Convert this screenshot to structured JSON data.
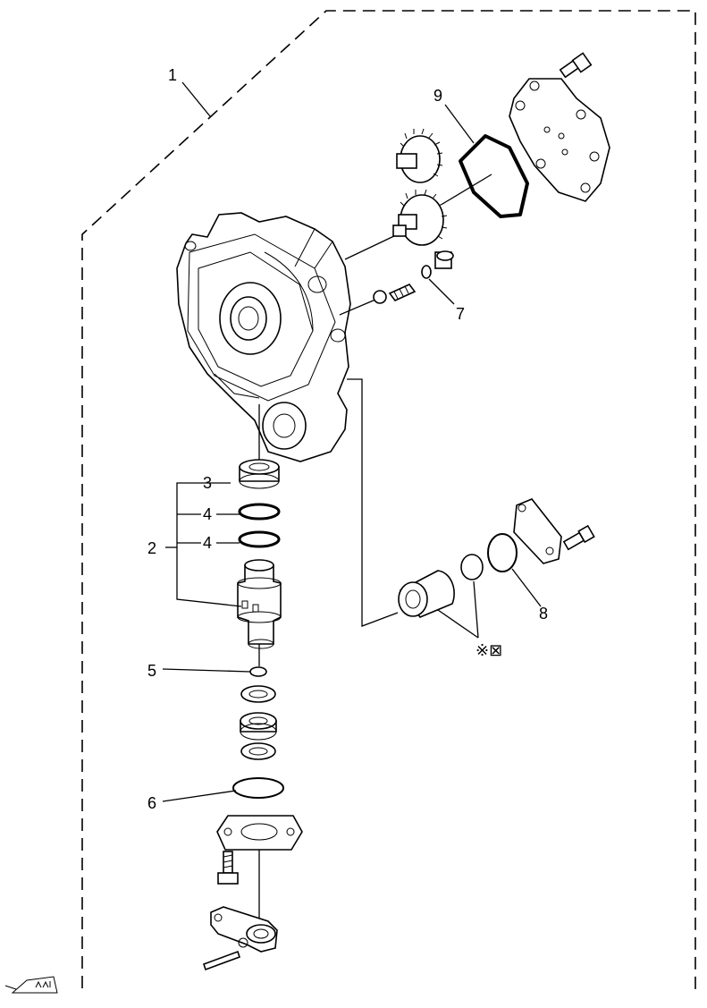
{
  "callouts": {
    "c1": "1",
    "c2": "2",
    "c3": "3",
    "c4a": "4",
    "c4b": "4",
    "c5": "5",
    "c6": "6",
    "c7": "7",
    "c8": "8",
    "c9": "9",
    "note": "※⊠"
  },
  "icons": {
    "corner_logo": "oil-can-icon"
  }
}
